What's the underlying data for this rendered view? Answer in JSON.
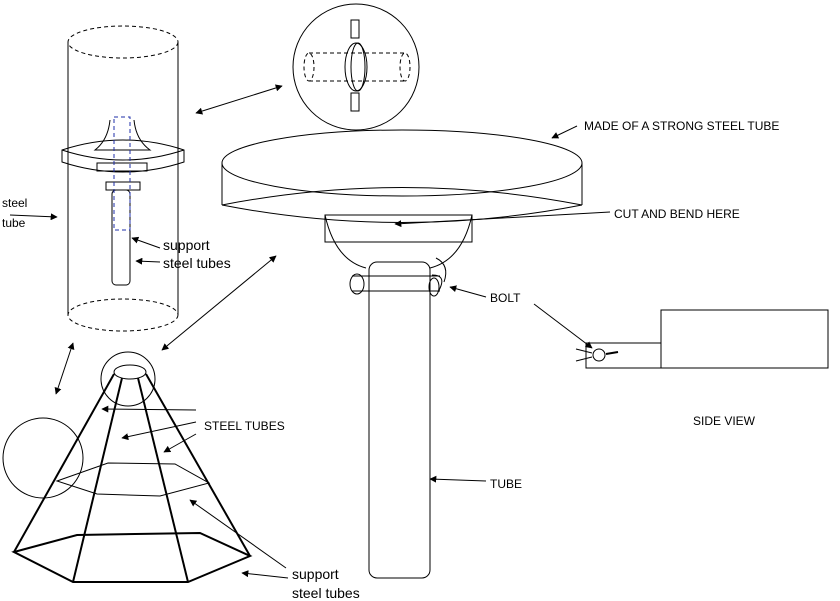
{
  "labels": {
    "steel_tube_1": "steel",
    "steel_tube_2": "tube",
    "support_tubes_top_1": "support",
    "support_tubes_top_2": "steel tubes",
    "made_of": "MADE OF A STRONG STEEL TUBE",
    "cut_and_bend": "CUT AND BEND HERE",
    "bolt": "BOLT",
    "side_view": "SIDE VIEW",
    "steel_tubes": "STEEL TUBES",
    "tube": "TUBE",
    "support_tubes_bottom_1": "support",
    "support_tubes_bottom_2": "steel tubes"
  }
}
